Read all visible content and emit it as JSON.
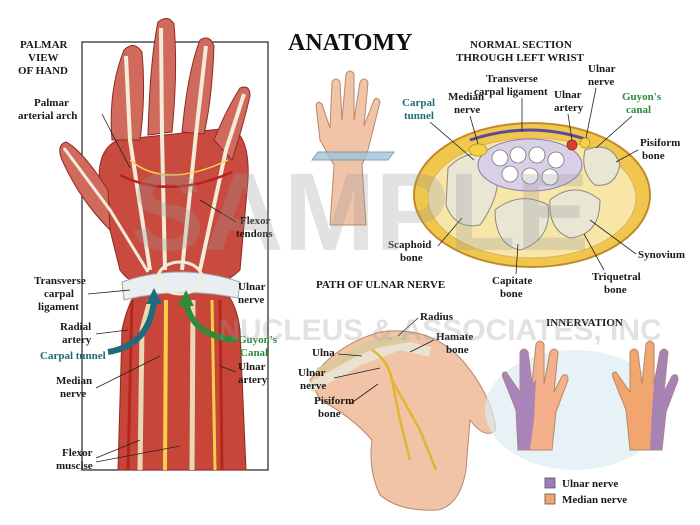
{
  "title": "ANATOMY",
  "palmar_view": {
    "title_lines": [
      "PALMAR",
      "VIEW",
      "OF HAND"
    ],
    "labels": {
      "palmar_arterial_arch": [
        "Palmar",
        "arterial arch"
      ],
      "flexor_tendons": [
        "Flexor",
        "tendons"
      ],
      "transverse_carpal_ligament": [
        "Transverse",
        "carpal",
        "ligament"
      ],
      "ulnar_nerve": [
        "Ulnar",
        "nerve"
      ],
      "radial_artery": [
        "Radial",
        "artery"
      ],
      "guyons_canal": [
        "Guyon's",
        "Canal"
      ],
      "carpal_tunnel": "Carpal tunnel",
      "median_nerve": [
        "Median",
        "nerve"
      ],
      "ulnar_artery": [
        "Ulnar",
        "artery"
      ],
      "flexor_muscles": [
        "Flexor",
        "musclse"
      ]
    }
  },
  "section": {
    "title_lines": [
      "NORMAL SECTION",
      "THROUGH LEFT WRIST"
    ],
    "labels": {
      "transverse_carpal_ligament": [
        "Transverse",
        "carpal ligament"
      ],
      "median_nerve": [
        "Median",
        "nerve"
      ],
      "carpal_tunnel": [
        "Carpal",
        "tunnel"
      ],
      "ulnar_nerve": [
        "Ulnar",
        "nerve"
      ],
      "ulnar_artery": [
        "Ulnar",
        "artery"
      ],
      "guyons_canal": [
        "Guyon's",
        "canal"
      ],
      "pisiform_bone": [
        "Pisiform",
        "bone"
      ],
      "scaphoid_bone": [
        "Scaphoid",
        "bone"
      ],
      "synovium": "Synovium",
      "capitate_bone": [
        "Capitate",
        "bone"
      ],
      "triquetral_bone": [
        "Triquetral",
        "bone"
      ]
    }
  },
  "ulnar_path": {
    "title": "PATH OF ULNAR NERVE",
    "labels": {
      "radius": "Radius",
      "hamate_bone": [
        "Hamate",
        "bone"
      ],
      "ulna": "Ulna",
      "ulnar_nerve": [
        "Ulnar",
        "nerve"
      ],
      "pisiform_bone": [
        "Pisiform",
        "bone"
      ]
    }
  },
  "innervation": {
    "title": "INNERVATION",
    "legend": [
      {
        "label": "Ulnar nerve",
        "color": "#9a7cc0"
      },
      {
        "label": "Median nerve",
        "color": "#f0a66e"
      }
    ]
  },
  "watermark": [
    "SAMPLE",
    "NUCLEUS & ASSOCIATES, INC"
  ],
  "colors": {
    "muscle": "#c8453a",
    "tendon": "#f2ecd8",
    "nerve": "#f3d24a",
    "bone": "#e9e6d4",
    "teal": "#1f6b7a",
    "green": "#2f8a3a"
  }
}
